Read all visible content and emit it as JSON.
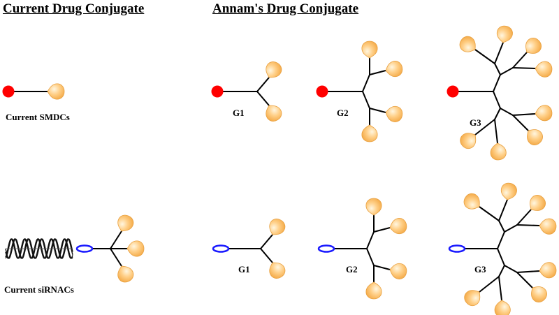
{
  "headers": {
    "current": "Current Drug Conjugate",
    "annam": "Annam's Drug Conjugate"
  },
  "labels": {
    "current_smdc": "Current SMDCs",
    "current_sirnac": "Current siRNACs",
    "g1_top": "G1",
    "g2_top": "G2",
    "g3_top": "G3",
    "g1_bottom": "G1",
    "g2_bottom": "G2",
    "g3_bottom": "G3"
  },
  "colors": {
    "small_molecule_ligand": "#ff0000",
    "sirna_ligand": "#1a1aff",
    "payload": "#ffc060",
    "linker": "#000000"
  },
  "icons": {
    "small_molecule": "red-circle",
    "sirna": "blue-ellipse",
    "payload": "orange-droplet",
    "duplex": "rna-double-helix"
  }
}
